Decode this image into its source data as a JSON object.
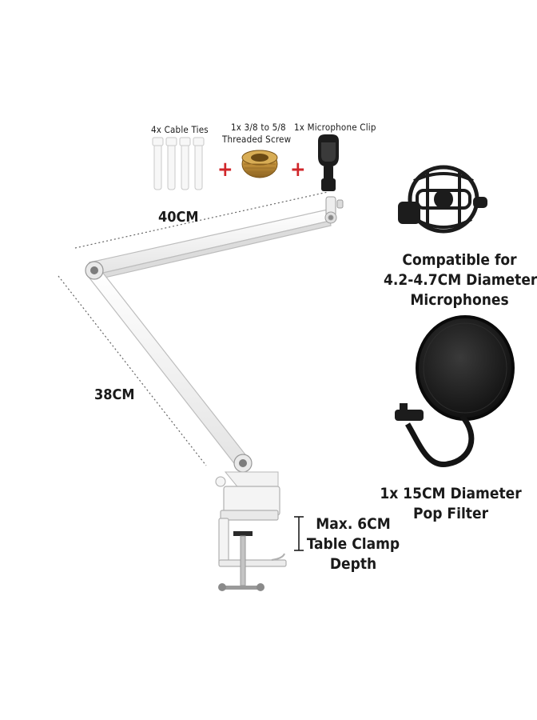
{
  "accessories": {
    "cable_ties": "4x Cable Ties",
    "screw_line1": "1x 3/8 to 5/8",
    "screw_line2": "Threaded Screw",
    "mic_clip": "1x Microphone Clip",
    "plus": "+"
  },
  "arm": {
    "upper_length": "40CM",
    "lower_length": "38CM"
  },
  "shock_mount": {
    "line1": "Compatible for",
    "line2": "4.2-4.7CM Diameter",
    "line3": "Microphones"
  },
  "pop_filter": {
    "line1": "1x 15CM Diameter",
    "line2": "Pop Filter"
  },
  "clamp": {
    "line1": "Max. 6CM",
    "line2": "Table Clamp",
    "line3": "Depth"
  },
  "colors": {
    "accent_plus": "#d0262a",
    "screw_brass": "#c99a3c",
    "arm_white": "#f4f4f4",
    "accessory_black": "#1c1c1c"
  }
}
